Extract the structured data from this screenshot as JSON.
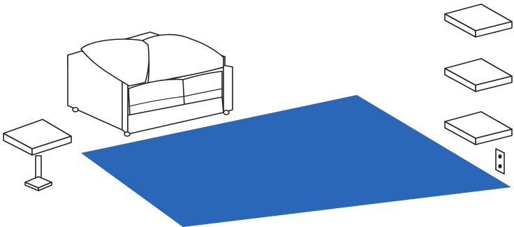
{
  "scene": {
    "background": "#ffffff",
    "rug_color": "#2a67b8",
    "line_color": "#222222",
    "objects": [
      {
        "name": "loveseat",
        "icon": "loveseat-icon"
      },
      {
        "name": "side-table",
        "icon": "side-table-icon"
      },
      {
        "name": "floating-shelf",
        "icon": "floating-shelf-icon",
        "count": 3
      },
      {
        "name": "wall-outlet",
        "icon": "outlet-icon"
      },
      {
        "name": "area-rug",
        "icon": "rug-icon"
      }
    ]
  }
}
